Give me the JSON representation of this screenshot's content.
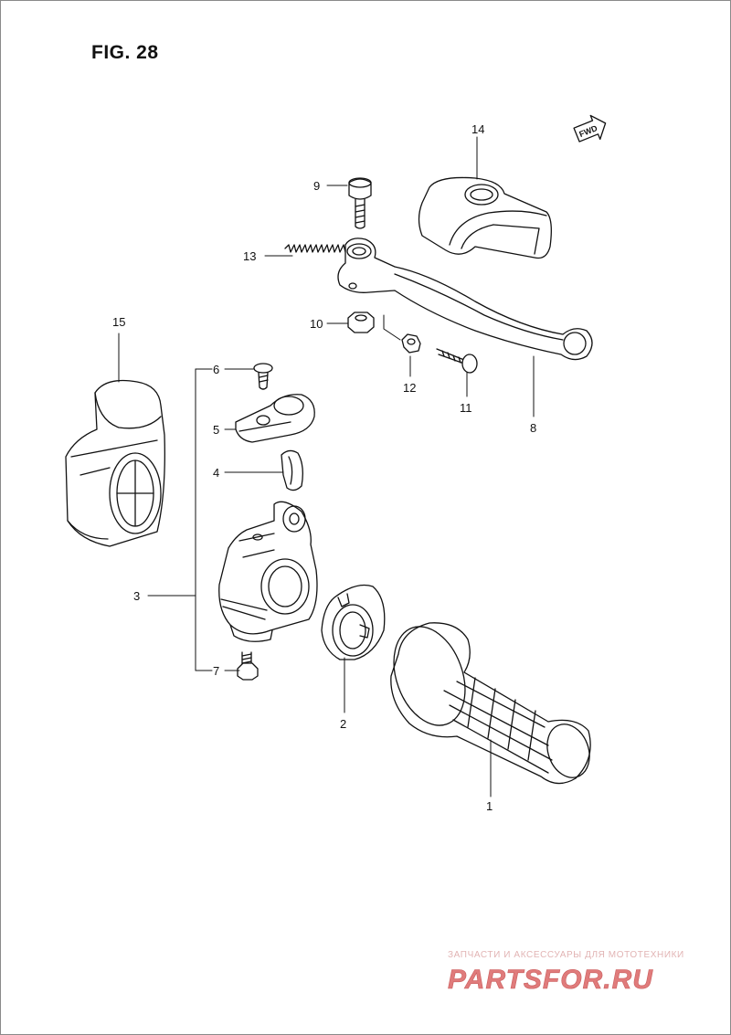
{
  "figure": {
    "title": "FIG. 28"
  },
  "direction_badge": {
    "label": "FWD"
  },
  "callouts": {
    "p1": "1",
    "p2": "2",
    "p3": "3",
    "p4": "4",
    "p5": "5",
    "p6": "6",
    "p7": "7",
    "p8": "8",
    "p9": "9",
    "p10": "10",
    "p11": "11",
    "p12": "12",
    "p13": "13",
    "p14": "14",
    "p15": "15"
  },
  "watermark": {
    "caption": "ЗАПЧАСТИ И АКСЕССУАРЫ ДЛЯ МОТОТЕХНИКИ",
    "logo_text": "PARTSFOR.RU",
    "logo_color": "#e07b7b"
  },
  "colors": {
    "line": "#111111",
    "shade": "#d9d9d9"
  }
}
